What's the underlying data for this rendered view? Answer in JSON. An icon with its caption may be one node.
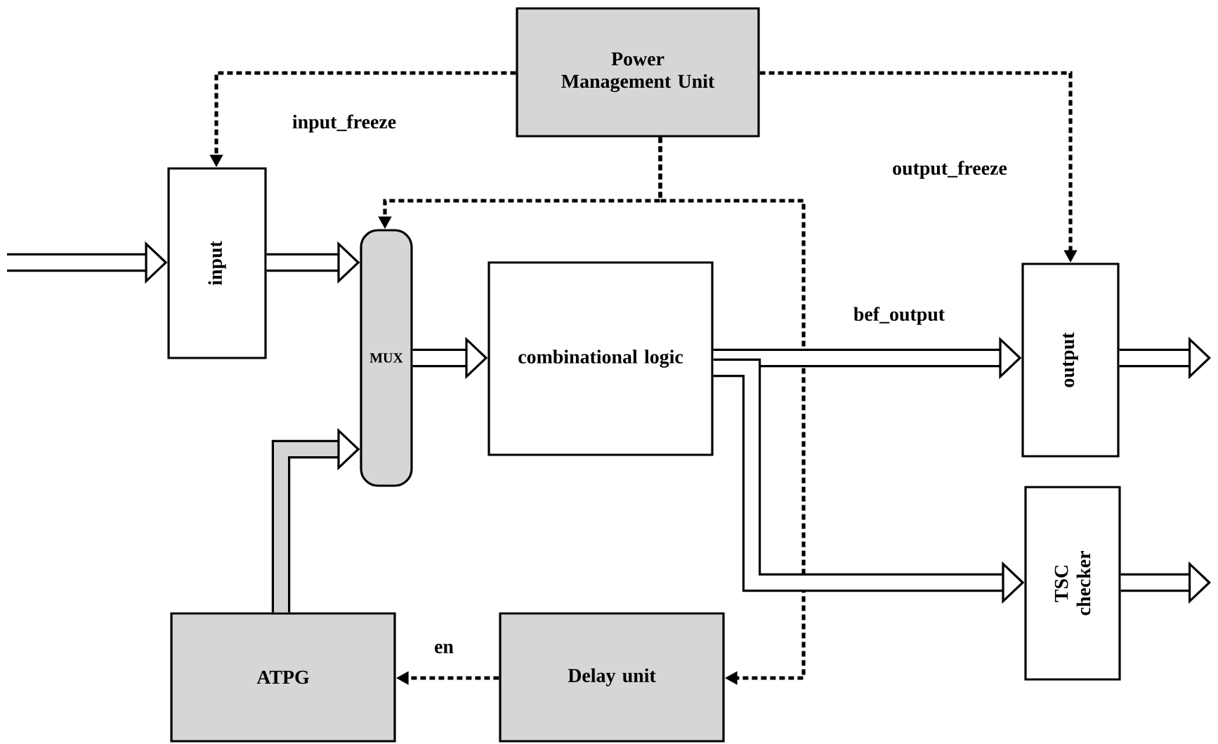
{
  "diagram": {
    "nodes": [
      {
        "text": [
          "Power Management Unit"
        ]
      },
      {
        "text": [
          "input"
        ]
      },
      {
        "text": [
          "MUX"
        ]
      },
      {
        "text": [
          "combinational logic"
        ]
      },
      {
        "text": [
          "output"
        ]
      },
      {
        "text": [
          "TSC checker"
        ]
      },
      {
        "text": [
          "ATPG"
        ]
      },
      {
        "text": [
          "Delay unit"
        ]
      }
    ],
    "edges": [
      {
        "from": null,
        "to": 1,
        "arrow": "to"
      },
      {
        "from": 1,
        "to": 2,
        "arrow": "to"
      },
      {
        "from": 0,
        "to": 1,
        "arrow": "to",
        "style": "dashed",
        "label": "input_freeze"
      },
      {
        "from": 0,
        "to": 4,
        "arrow": "to",
        "style": "dashed",
        "label": "output_freeze"
      },
      {
        "from": 0,
        "to": 2,
        "arrow": "to",
        "style": "dashed"
      },
      {
        "from": 0,
        "to": 7,
        "arrow": "to",
        "style": "dashed"
      },
      {
        "from": 2,
        "to": 3,
        "arrow": "to"
      },
      {
        "from": 3,
        "to": 4,
        "arrow": "to",
        "label": "bef_output"
      },
      {
        "from": 3,
        "to": 5,
        "arrow": "to"
      },
      {
        "from": 4,
        "to": null,
        "arrow": "to"
      },
      {
        "from": 5,
        "to": null,
        "arrow": "to"
      },
      {
        "from": 6,
        "to": 2,
        "arrow": "to"
      },
      {
        "from": 7,
        "to": 6,
        "arrow": "to",
        "style": "dashed",
        "label": "en"
      }
    ]
  }
}
